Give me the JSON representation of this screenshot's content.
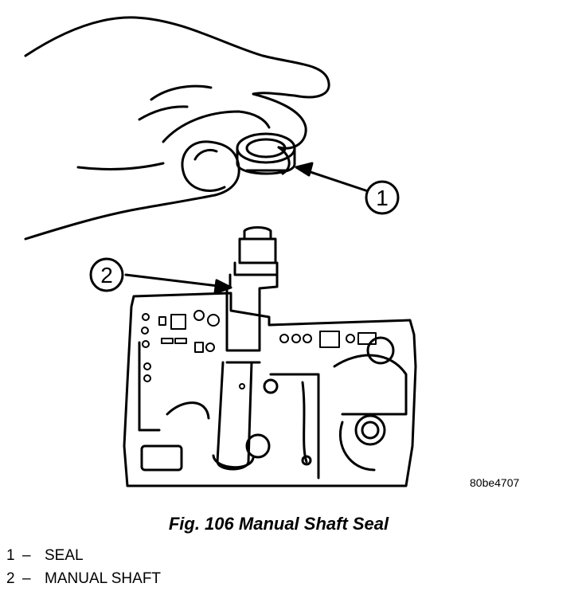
{
  "figure": {
    "code": "80be4707",
    "caption": "Fig. 106 Manual Shaft Seal"
  },
  "callouts": [
    {
      "number": "1"
    },
    {
      "number": "2"
    }
  ],
  "legend": [
    {
      "number": "1",
      "separator": "–",
      "label": "SEAL"
    },
    {
      "number": "2",
      "separator": "–",
      "label": "MANUAL SHAFT"
    }
  ]
}
